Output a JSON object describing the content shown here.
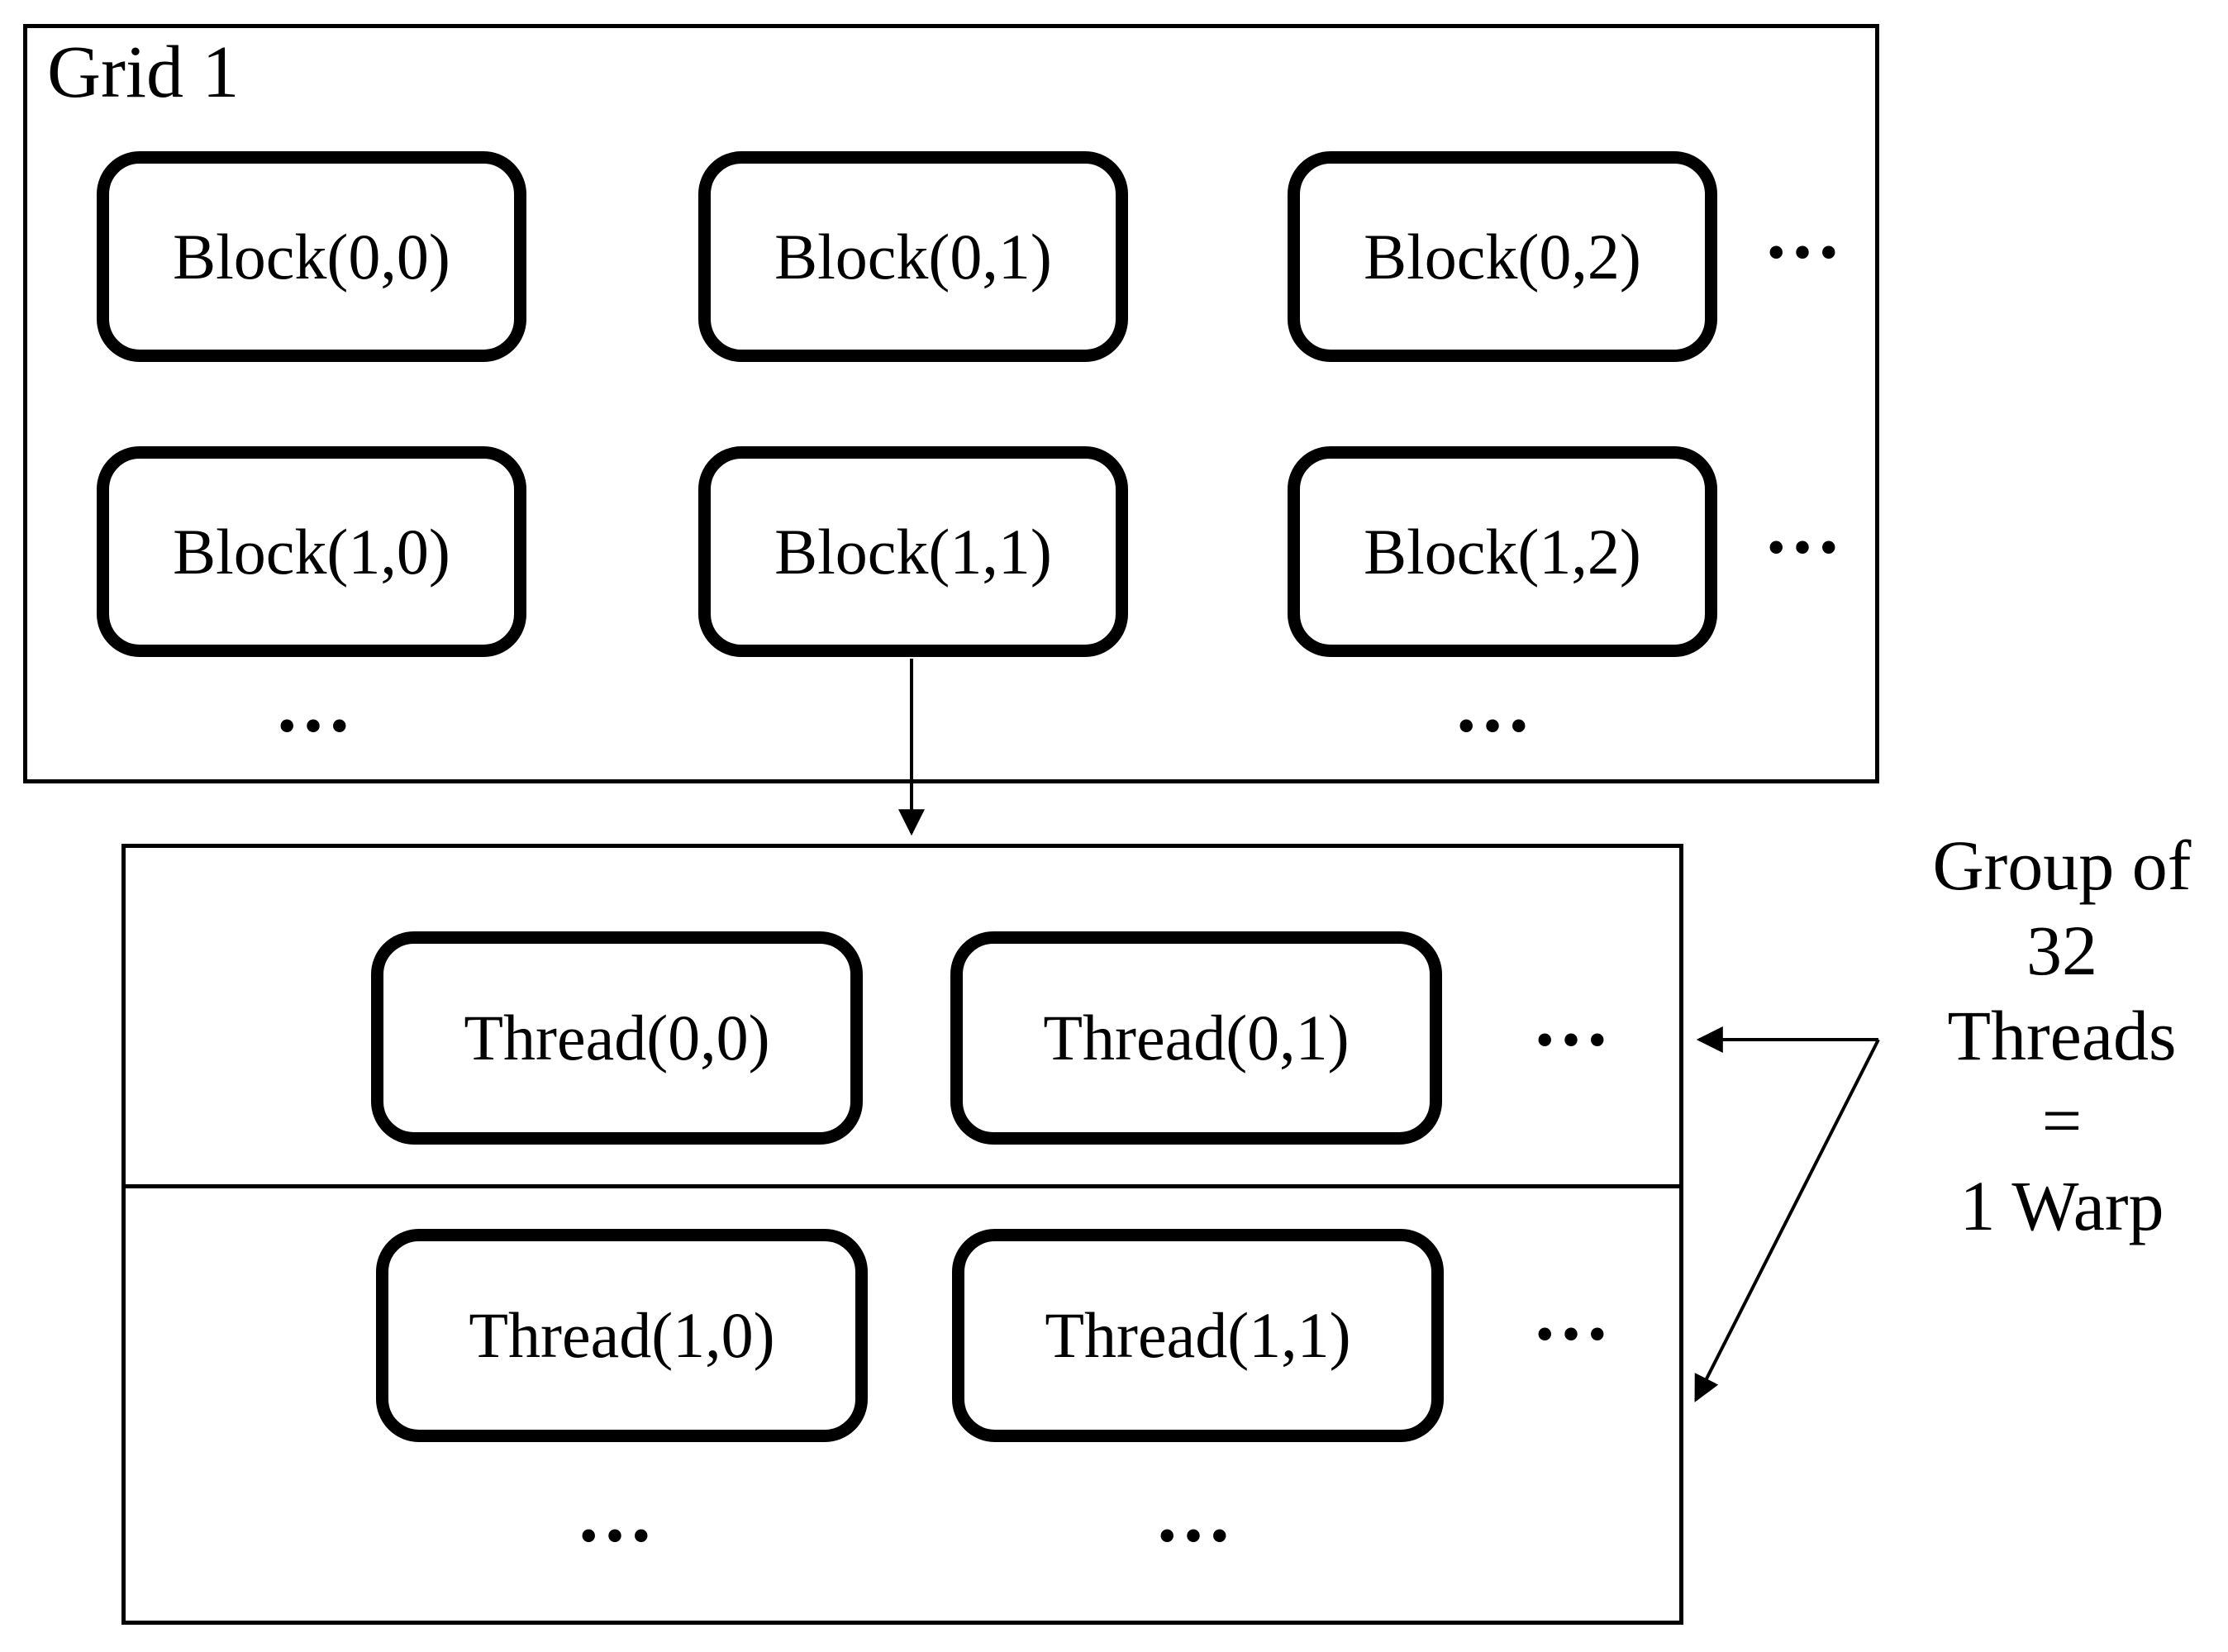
{
  "colors": {
    "ink": "#000000",
    "paper": "#ffffff"
  },
  "ellipsis": "...",
  "grid": {
    "title": "Grid 1",
    "blocks": [
      {
        "label": "Block(0,0)"
      },
      {
        "label": "Block(0,1)"
      },
      {
        "label": "Block(0,2)"
      },
      {
        "label": "Block(1,0)"
      },
      {
        "label": "Block(1,1)"
      },
      {
        "label": "Block(1,2)"
      }
    ]
  },
  "threads": {
    "items": [
      {
        "label": "Thread(0,0)"
      },
      {
        "label": "Thread(0,1)"
      },
      {
        "label": "Thread(1,0)"
      },
      {
        "label": "Thread(1,1)"
      }
    ]
  },
  "warp_note": {
    "lines": [
      "Group of",
      "32",
      "Threads",
      "=",
      "1 Warp"
    ]
  }
}
